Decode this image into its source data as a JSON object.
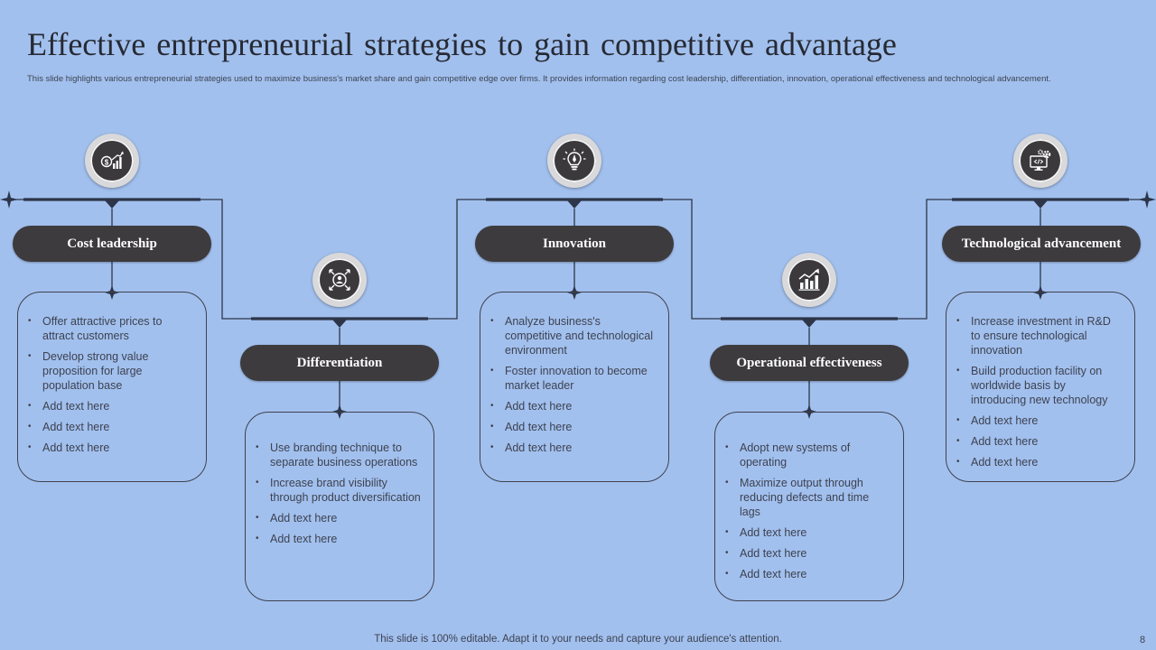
{
  "slide": {
    "title": "Effective entrepreneurial strategies to gain competitive advantage",
    "subtitle": "This slide highlights various entrepreneurial strategies used to maximize business's market share and gain competitive edge over firms. It provides information regarding cost leadership, differentiation, innovation, operational effectiveness and technological advancement.",
    "footer": "This slide is 100% editable. Adapt it to your needs and capture your audience's attention.",
    "page_number": "8"
  },
  "colors": {
    "background": "#a2c0ee",
    "pill": "#3d3b3e",
    "connector": "#2d3548",
    "text": "#3d4250"
  },
  "strategies": [
    {
      "label": "Cost leadership",
      "icon": "dollar-growth-chart-icon",
      "bullets": [
        "Offer attractive prices to attract customers",
        "Develop strong value proposition for large population base",
        "Add text here",
        "Add text here",
        "Add text here"
      ]
    },
    {
      "label": "Differentiation",
      "icon": "user-target-arrows-icon",
      "bullets": [
        "Use branding technique to separate business operations",
        "Increase brand visibility through product diversification",
        "Add text here",
        "Add text here"
      ]
    },
    {
      "label": "Innovation",
      "icon": "pen-lightbulb-icon",
      "bullets": [
        "Analyze business's competitive and technological environment",
        "Foster innovation to become market leader",
        "Add text here",
        "Add text here",
        "Add text here"
      ]
    },
    {
      "label": "Operational effectiveness",
      "icon": "rising-bar-chart-icon",
      "bullets": [
        "Adopt new systems of operating",
        "Maximize output through reducing defects and time lags",
        "Add text here",
        "Add text here",
        "Add text here"
      ]
    },
    {
      "label": "Technological advancement",
      "icon": "monitor-gear-code-icon",
      "bullets": [
        "Increase investment in R&D to ensure technological innovation",
        "Build production facility on worldwide basis by introducing new technology",
        "Add text here",
        "Add text here",
        "Add text here"
      ]
    }
  ]
}
